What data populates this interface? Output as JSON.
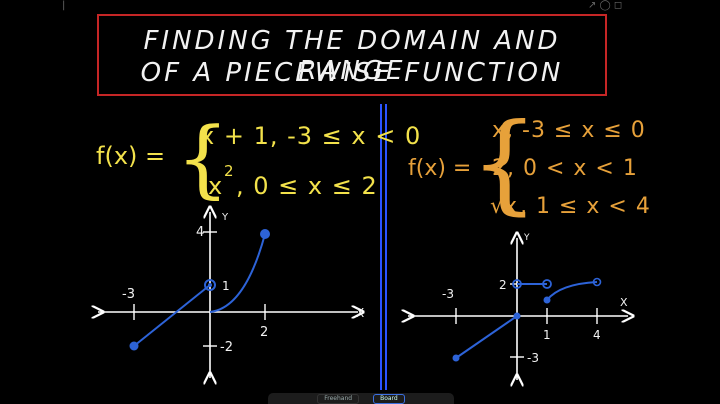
{
  "title": {
    "line1": "FINDING THE DOMAIN AND RANGE",
    "line2": "OF A PIECEWISE FUNCTION"
  },
  "left": {
    "fx": "f(x) =",
    "case1": "x + 1, -3 ≤ x < 0",
    "case2_base": "x",
    "case2_exp": "2",
    "case2_cond": ", 0 ≤ x ≤ 2",
    "graph": {
      "y_label": "Y",
      "x_label": "X",
      "tick_y_top": "4",
      "tick_y_one": "1",
      "tick_y_bottom": "-2",
      "tick_x_left": "-3",
      "tick_x_right": "2"
    }
  },
  "right": {
    "fx": "f(x) =",
    "case1": "x, -3 ≤ x ≤ 0",
    "case2": "2, 0 < x < 1",
    "case3_root": "√x",
    "case3_cond": ", 1 ≤ x < 4",
    "graph": {
      "y_label": "Y",
      "x_label": "X",
      "tick_y_top": "2",
      "tick_y_bottom": "-3",
      "tick_x_left": "-3",
      "tick_x_one": "1",
      "tick_x_four": "4"
    }
  },
  "ui": {
    "top_right": "↗ ◯ ◻",
    "btn_freehand": "Freehand",
    "btn_board": "Board"
  },
  "colors": {
    "title_border": "#c62626",
    "divider": "#2a54ff",
    "left_formula": "#f3e24b",
    "right_formula": "#e7a13a",
    "curve": "#2d63d8"
  }
}
